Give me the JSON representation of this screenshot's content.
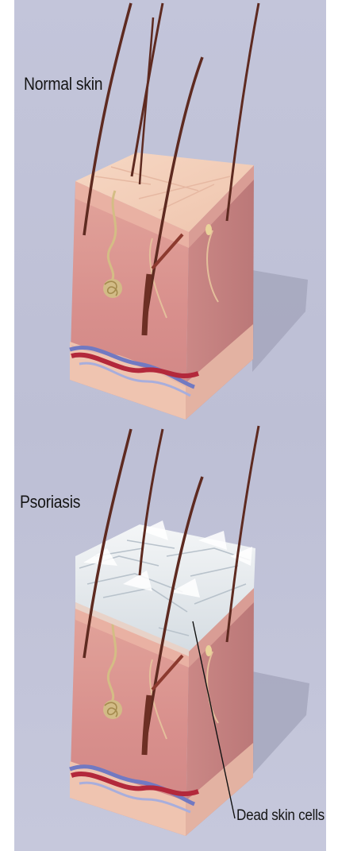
{
  "labels": {
    "normal": "Normal skin",
    "psoriasis": "Psoriasis",
    "dead_cells": "Dead skin cells"
  },
  "colors": {
    "background": "#c1c3d8",
    "skin_front": "#d9928f",
    "skin_side": "#c98583",
    "skin_top": "#f3cdb8",
    "dermis_base": "#f0c5b2",
    "hair": "#5e2a20",
    "artery": "#b4283a",
    "vein": "#6f77c0",
    "gland": "#d6c089",
    "dead_cells": "#e8ecef"
  }
}
